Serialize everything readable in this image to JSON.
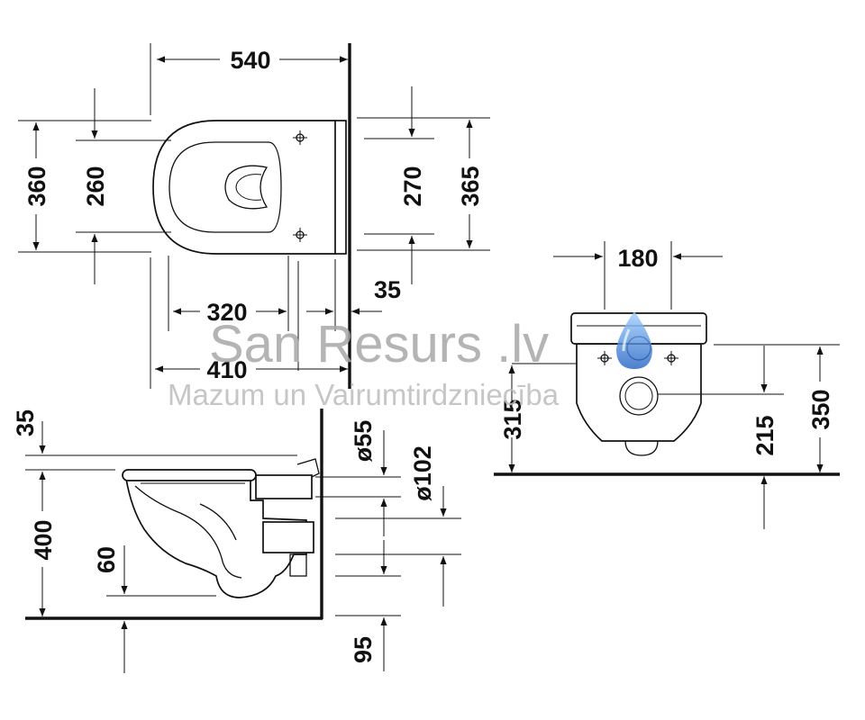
{
  "top_view": {
    "width_540": "540",
    "depth_360": "360",
    "depth_260": "260",
    "depth_270": "270",
    "depth_365": "365",
    "length_320": "320",
    "length_410": "410",
    "offset_35": "35"
  },
  "side_view": {
    "top_35": "35",
    "height_400": "400",
    "height_60": "60",
    "dia_55": "ø55",
    "dia_102": "ø102",
    "bottom_95": "95"
  },
  "front_view": {
    "width_180": "180",
    "height_315": "315",
    "height_215": "215",
    "height_350": "350"
  },
  "watermark": {
    "brand": "San Resurs .lv",
    "tagline": "Mazum un Vairumtirdzniecība"
  },
  "colors": {
    "line": "#111111",
    "watermark": "#a7a7a7",
    "drop_blue": "#2f7fd6"
  }
}
